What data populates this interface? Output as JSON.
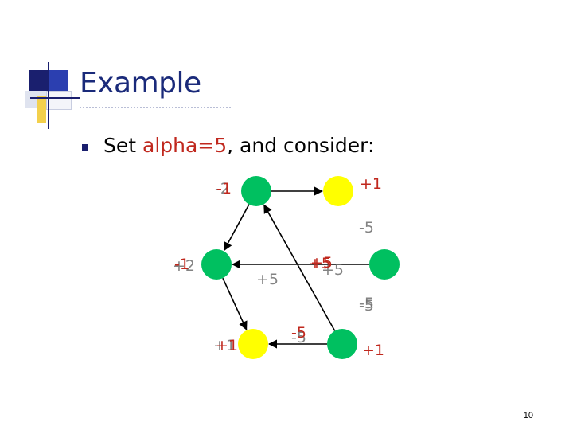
{
  "title": "Example",
  "bullet": {
    "prefix": "Set ",
    "highlight": "alpha=5",
    "suffix": ", and consider:"
  },
  "colors": {
    "title": "#1a2a7a",
    "accent": "#c0281e",
    "node_green": "#00c060",
    "node_yellow": "#ffff00",
    "label_red": "#c0281e",
    "label_gray": "#6e6e6e",
    "edge": "#000000"
  },
  "graph": {
    "nodes": [
      {
        "id": "n1",
        "color": "green"
      },
      {
        "id": "n2",
        "color": "yellow"
      },
      {
        "id": "n3",
        "color": "green"
      },
      {
        "id": "n4",
        "color": "green"
      },
      {
        "id": "n5",
        "color": "yellow"
      },
      {
        "id": "n6",
        "color": "green"
      }
    ],
    "edges": [
      {
        "from": "n1",
        "to": "n2"
      },
      {
        "from": "n1",
        "to": "n3"
      },
      {
        "from": "n6",
        "to": "n1"
      },
      {
        "from": "n4",
        "to": "n3"
      },
      {
        "from": "n3",
        "to": "n5"
      },
      {
        "from": "n6",
        "to": "n5"
      }
    ],
    "labels": [
      {
        "text": "-2",
        "color": "gray"
      },
      {
        "text": "-1",
        "color": "red"
      },
      {
        "text": "+1",
        "color": "red"
      },
      {
        "text": "-5",
        "color": "gray"
      },
      {
        "text": "+2",
        "color": "gray"
      },
      {
        "text": "-1",
        "color": "red"
      },
      {
        "text": "+5",
        "color": "gray"
      },
      {
        "text": "+5",
        "color": "red"
      },
      {
        "text": "+5",
        "color": "gray"
      },
      {
        "text": "+5",
        "color": "red"
      },
      {
        "text": "-5",
        "color": "gray"
      },
      {
        "text": "-5",
        "color": "gray"
      },
      {
        "text": "+1",
        "color": "gray"
      },
      {
        "text": "+1",
        "color": "red"
      },
      {
        "text": "-5",
        "color": "gray"
      },
      {
        "text": "-5",
        "color": "red"
      },
      {
        "text": "+1",
        "color": "red"
      }
    ]
  },
  "page_number": "10"
}
